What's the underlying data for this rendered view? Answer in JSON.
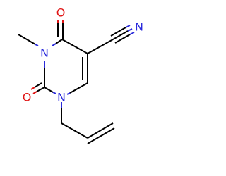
{
  "molecule": {
    "atoms": {
      "n1": "N",
      "n3": "N",
      "o2": "O",
      "o4": "O",
      "nitrile_n": "N"
    }
  },
  "colors": {
    "nitrogen": "#2b2bdc",
    "oxygen": "#e01414",
    "carbon_bond": "#000000",
    "background": "#ffffff"
  }
}
